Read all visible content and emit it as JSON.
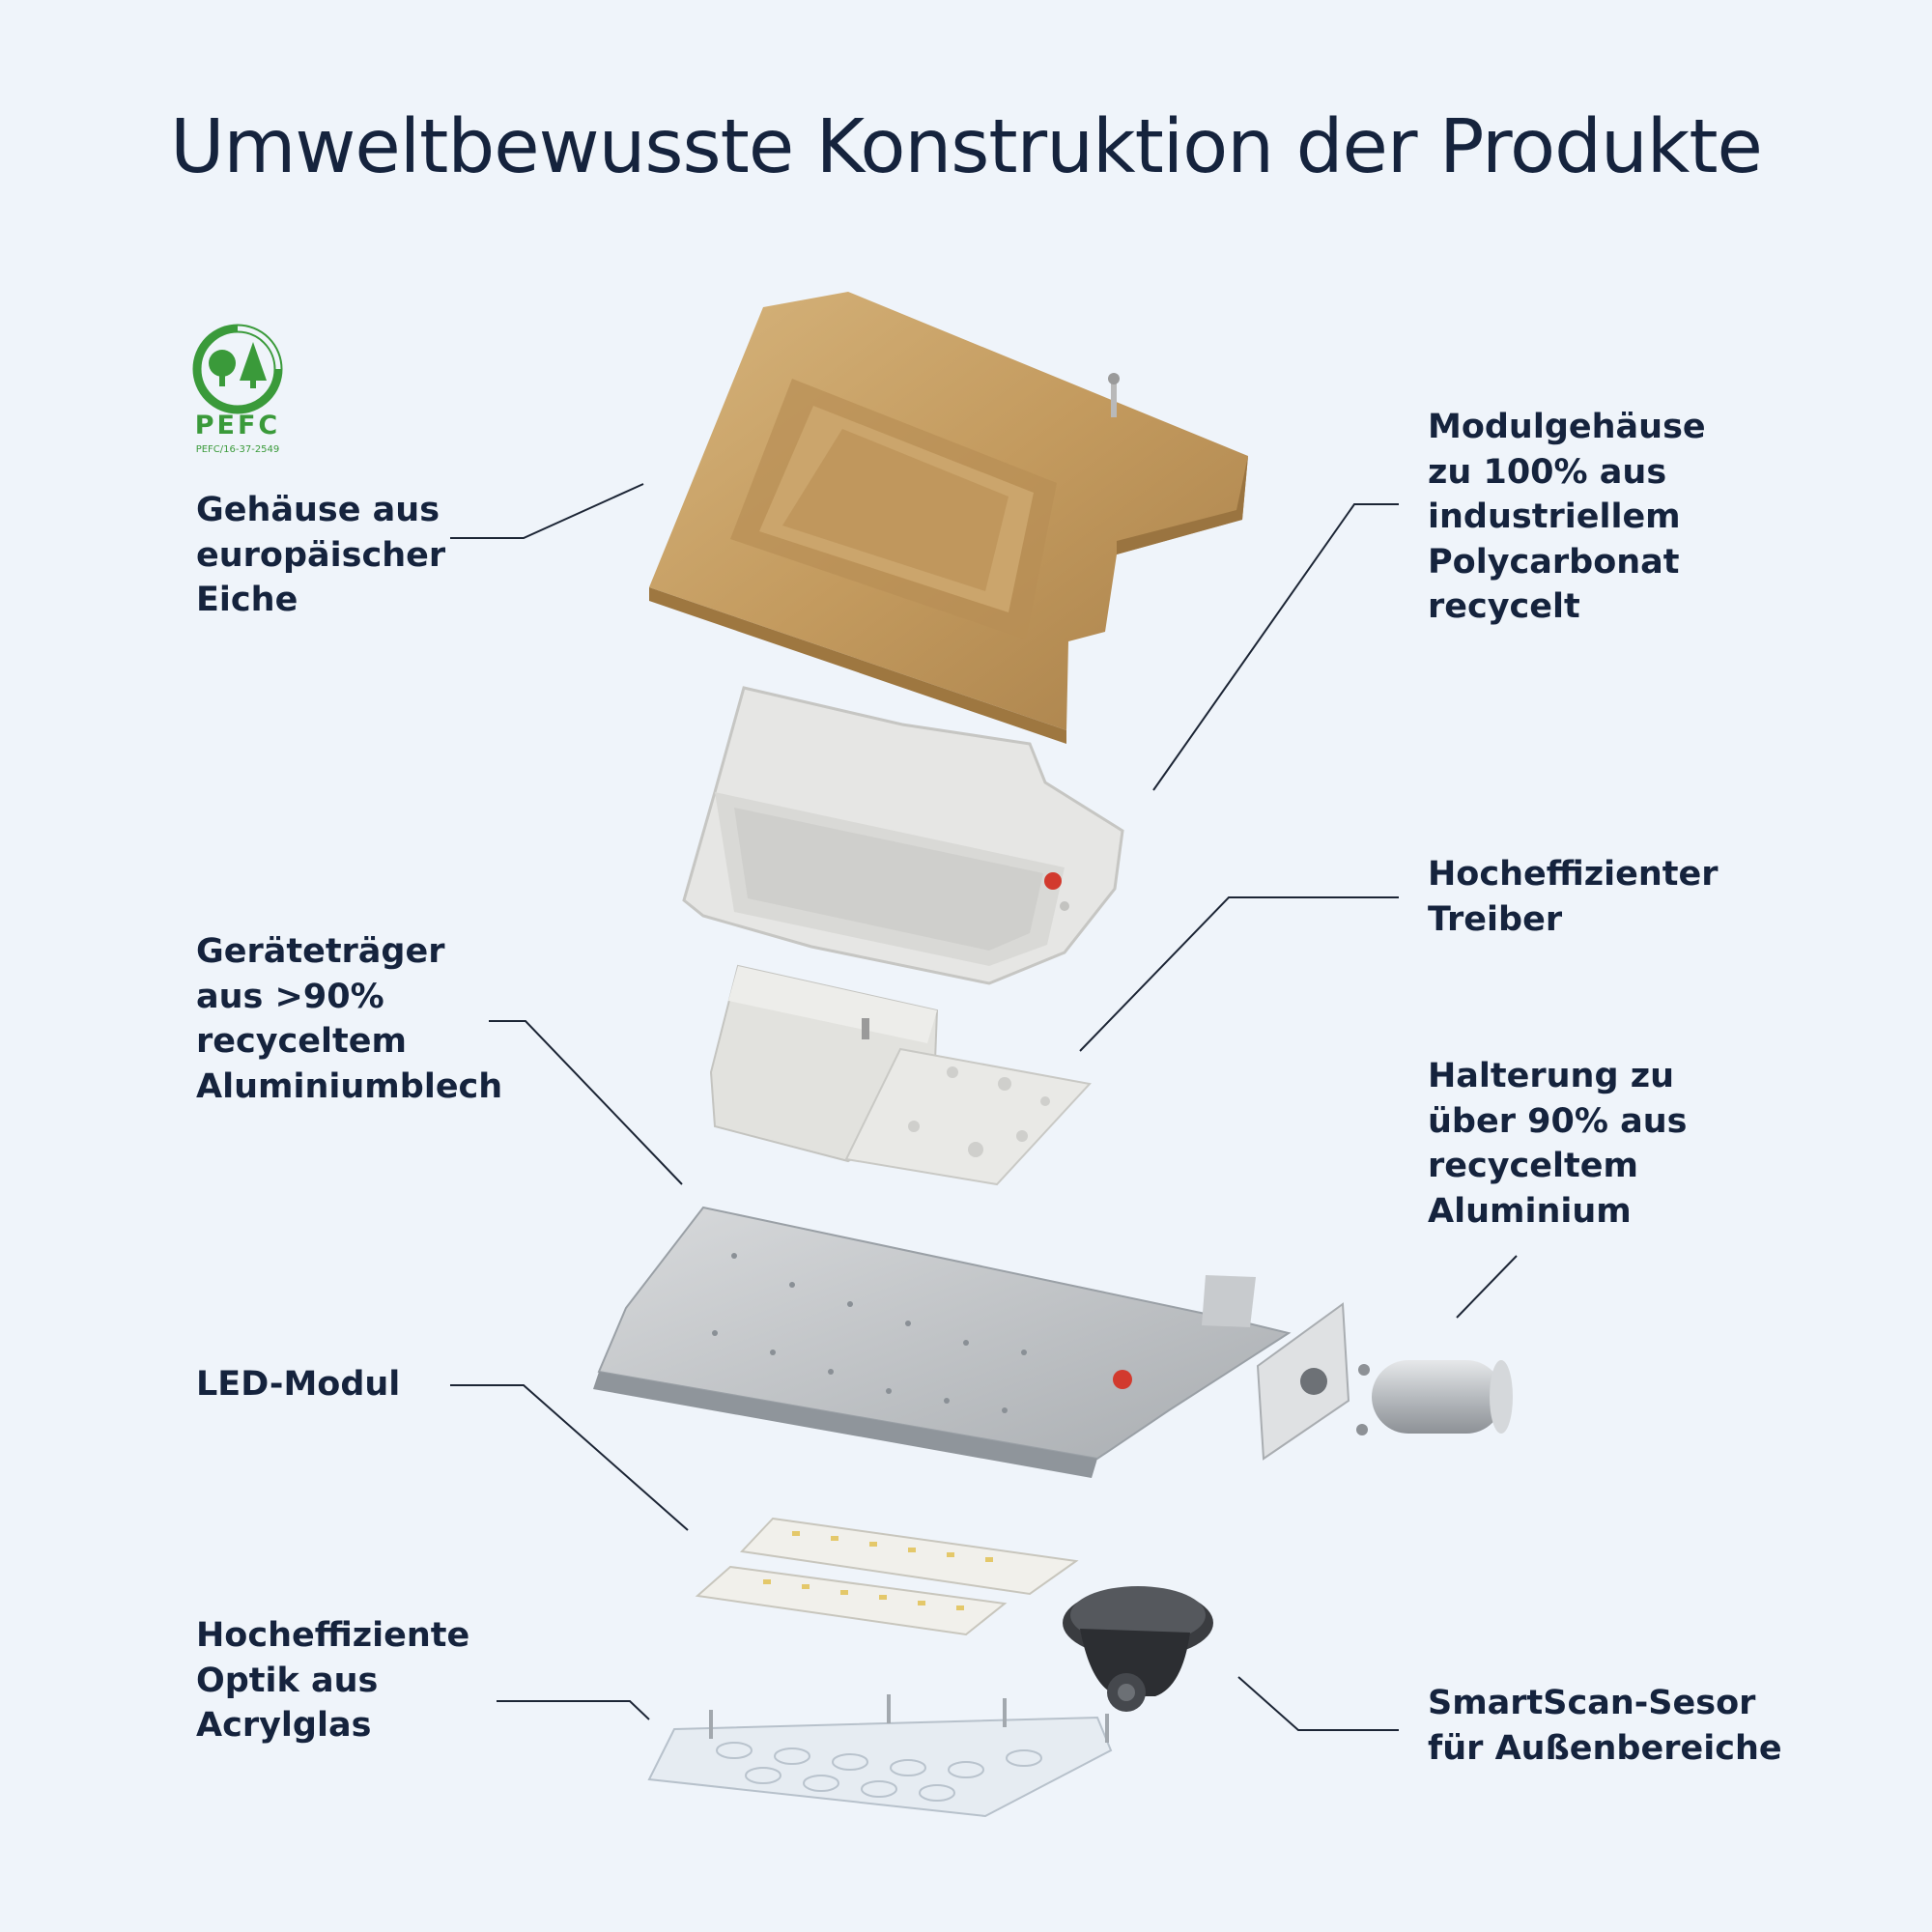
{
  "title": "Umweltbewusste Konstruktion der Produkte",
  "pefc_logo": {
    "label": "PEFC",
    "code": "PEFC/16-37-2549",
    "color": "#3a9a3a"
  },
  "components": {
    "housing": {
      "lines": [
        "Gehäuse aus",
        "europäischer",
        "Eiche"
      ]
    },
    "module_housing": {
      "lines": [
        "Modulgehäuse",
        "zu 100% aus",
        "industriellem",
        "Polycarbonat",
        "recycelt"
      ]
    },
    "driver": {
      "lines": [
        "Hocheffizienter",
        "Treiber"
      ]
    },
    "gear_tray": {
      "lines": [
        "Geräteträger",
        "aus >90%",
        "recyceltem",
        "Aluminiumblech"
      ]
    },
    "bracket": {
      "lines": [
        "Halterung zu",
        "über 90% aus",
        "recyceltem",
        "Aluminium"
      ]
    },
    "led_module": {
      "lines": [
        "LED-Modul"
      ]
    },
    "optics": {
      "lines": [
        "Hocheffiziente",
        "Optik aus",
        "Acrylglas"
      ]
    },
    "sensor": {
      "lines": [
        "SmartScan-Sesor",
        "für Außenbereiche"
      ]
    }
  },
  "colors": {
    "background": "#eff4fa",
    "text": "#15233d",
    "oak": "#c9a36a",
    "polycarbonate": "#e4e4e2",
    "aluminium": "#c3c6c9"
  }
}
